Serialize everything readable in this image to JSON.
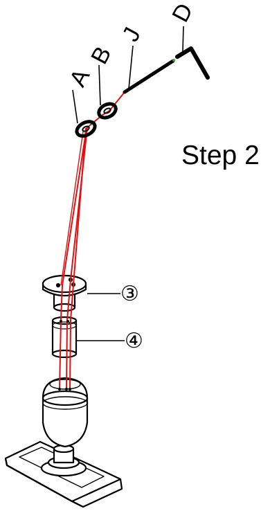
{
  "step_title": "Step 2",
  "guides": {
    "a": "A",
    "b": "B",
    "j": "J",
    "d": "D"
  },
  "callouts": {
    "three": "③",
    "four": "④"
  },
  "colors": {
    "thread": "#e01010",
    "outline": "#000000",
    "guide_tip": "#22aa22"
  }
}
